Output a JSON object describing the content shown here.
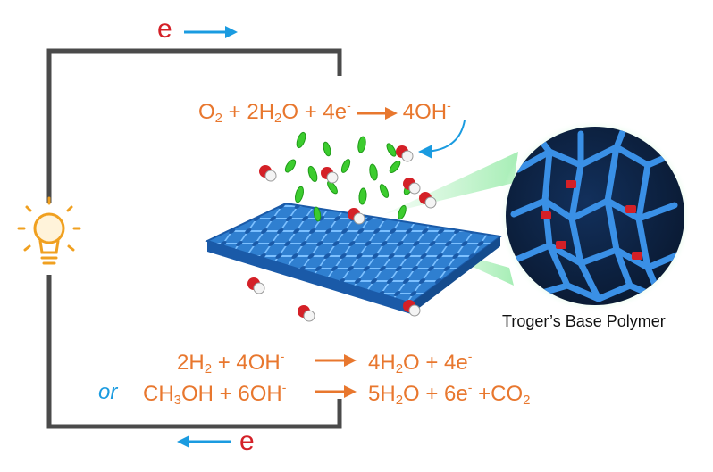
{
  "circuit": {
    "electron_top": "e",
    "electron_bottom": "e"
  },
  "icons": {
    "bulb": "light-bulb-icon",
    "electron_flow": "arrow-icon"
  },
  "colors": {
    "wire": "#4a4a4a",
    "equation": "#e8772e",
    "electron": "#d42027",
    "arrow": "#1a9be0",
    "polymer": "#1e6fc4",
    "hydrogen": "#3ccc2e",
    "oxygen_atom": "#d42027"
  },
  "cathode": {
    "lhs": {
      "p1": "O",
      "s1": "2",
      "p2": " + 2H",
      "s2": "2",
      "p3": "O + 4e",
      "sup": "-"
    },
    "rhs": {
      "p1": "4OH",
      "sup": "-"
    }
  },
  "anode": {
    "eq1_lhs": {
      "p1": "2H",
      "s1": "2",
      "p2": " + 4OH",
      "sup": "-"
    },
    "eq1_rhs": {
      "p1": "4H",
      "s1": "2",
      "p2": "O + 4e",
      "sup": "-"
    },
    "connector": "or",
    "eq2_lhs": {
      "p1": "CH",
      "s1": "3",
      "p2": "OH + 6OH",
      "sup": "-"
    },
    "eq2_rhs": {
      "p1": "5H",
      "s1": "2",
      "p2": "O + 6e",
      "sup": "-",
      "p3": " +CO",
      "s2": "2"
    }
  },
  "polymer": {
    "caption": "Troger’s Base Polymer"
  }
}
